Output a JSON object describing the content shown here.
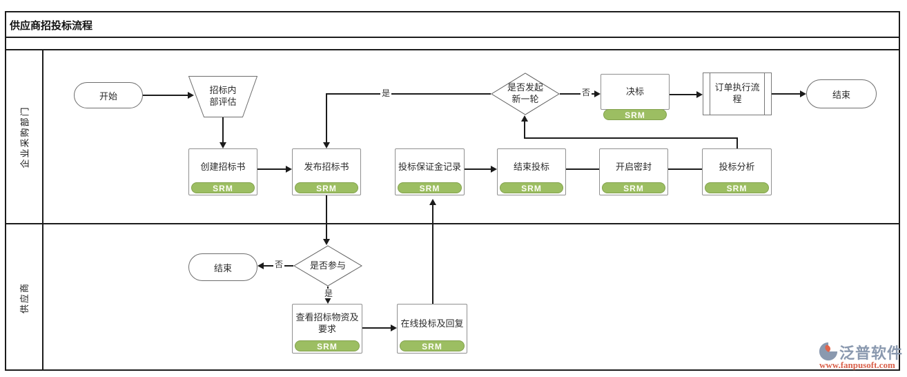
{
  "title": "供应商招投标流程",
  "lanes": {
    "purchasing": "企业采购部门",
    "supplier": "供应商"
  },
  "nodes": {
    "start": "开始",
    "internal_eval": "招标内部评估",
    "create_bid": "创建招标书",
    "publish_bid": "发布招标书",
    "deposit_record": "投标保证金记录",
    "end_bidding": "结束投标",
    "open_seal": "开启密封",
    "bid_analysis": "投标分析",
    "new_round_decision": "是否发起新一轮",
    "award": "决标",
    "order_process": "订单执行流程",
    "end_main": "结束",
    "participate_decision": "是否参与",
    "end_supplier": "结束",
    "view_materials": "查看招标物资及要求",
    "online_bid": "在线投标及回复"
  },
  "edge_labels": {
    "yes": "是",
    "no": "否"
  },
  "tags": {
    "srm": "SRM"
  },
  "watermark": {
    "brand": "泛普软件",
    "url": "www.fanpusoft.com"
  },
  "colors": {
    "srm_fill": "#9cbe62",
    "srm_border": "#82a14c",
    "srm_text": "#fdfdf6",
    "box_border": "#8f8f8f",
    "frame_line": "#1b1b1b",
    "watermark_brand": "#8a99af",
    "watermark_url": "#d9604a"
  }
}
